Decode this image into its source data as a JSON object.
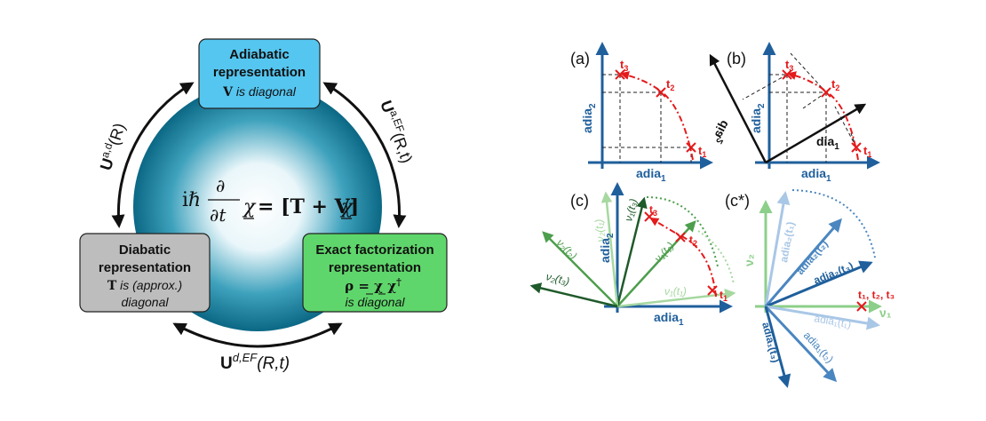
{
  "left": {
    "adiabatic": {
      "title1": "Adiabatic",
      "title2": "representation",
      "sub_bold": "V",
      "sub_rest": " is diagonal"
    },
    "diabatic": {
      "title1": "Diabatic",
      "title2": "representation",
      "sub_bold": "T",
      "sub_rest": " is (approx.)",
      "sub3": "diagonal"
    },
    "exact": {
      "title1": "Exact factorization",
      "title2": "representation",
      "sub_rho": "ρ = χ χ",
      "sub_dagger": "†",
      "sub3": "is diagonal"
    },
    "equation": {
      "prefix": "iℏ",
      "partial": "∂",
      "dt": "∂t",
      "chi": "χ",
      "rhs": " = [T + V]",
      "chi2": "χ"
    },
    "labels": {
      "ad_U": "U",
      "ad_sup": "a,d",
      "ad_args": "(R)",
      "aef_U": "U",
      "aef_sup": "a,EF",
      "aef_args": "(R,t)",
      "def_U": "U",
      "def_sup": "d,EF",
      "def_args": "(R,t)"
    }
  },
  "panels": {
    "a": {
      "label": "(a)",
      "xaxis": "adia",
      "xsub": "1",
      "yaxis": "adia",
      "ysub": "2",
      "t1": "t",
      "t1s": "1",
      "t2": "t",
      "t2s": "2",
      "t3": "t",
      "t3s": "3"
    },
    "b": {
      "label": "(b)",
      "xaxis": "adia",
      "xsub": "1",
      "yaxis": "adia",
      "ysub": "2",
      "dia1": "dia",
      "dia1s": "1",
      "dia2": "dia",
      "dia2s": "2",
      "t1": "t",
      "t1s": "1",
      "t2": "t",
      "t2s": "2",
      "t3": "t",
      "t3s": "3"
    },
    "c": {
      "label": "(c)",
      "xaxis": "adia",
      "xsub": "1",
      "yaxis": "adia",
      "ysub": "2",
      "nu1t1": "ν₁(t₁)",
      "nu1t2": "ν₁(t₂)",
      "nu1t3": "ν₁(t₃)",
      "nu2t1": "ν₂(t₁)",
      "nu2t2": "ν₂(t₂)",
      "nu2t3": "ν₂(t₃)",
      "t1": "t",
      "t1s": "1",
      "t2": "t",
      "t2s": "2",
      "t3": "t",
      "t3s": "3"
    },
    "cstar": {
      "label": "(c*)",
      "v1": "ν₁",
      "v2": "ν₂",
      "a2t1": "adia₂(t₁)",
      "a2t2": "adia₂(t₂)",
      "a2t3": "adia₂(t₃)",
      "a1t1": "adia₁(t₁)",
      "a1t2": "adia₁(t₂)",
      "a1t3": "adia₁(t₃)",
      "tall": "t₁, t₂, t₃"
    }
  },
  "colors": {
    "blue": "#1f5f9c",
    "red": "#e41a1c",
    "green_dark": "#1f5a2a",
    "green_mid": "#4d9e4d",
    "green_light": "#a6d8a0",
    "adiabatic_box": "#55c6f0",
    "diabatic_box": "#bdbdbd",
    "exact_box": "#5fd66b",
    "sphere": "#1b7f9c"
  }
}
